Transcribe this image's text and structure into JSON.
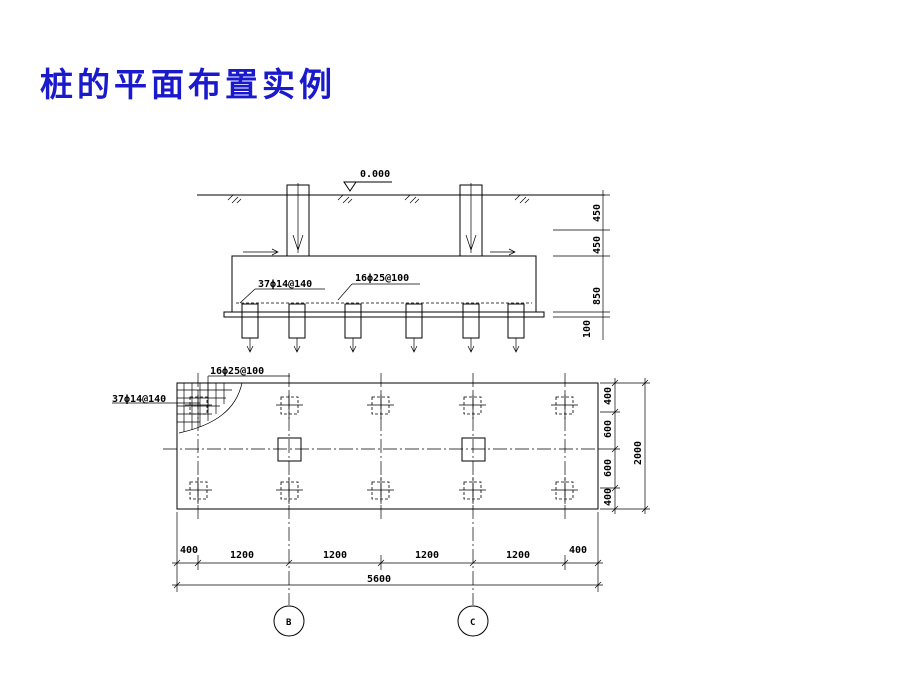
{
  "title": "桩的平面布置实例",
  "section": {
    "elevation_label": "0.000",
    "rebar_top_label": "16ϕ25@100",
    "rebar_side_label": "37ϕ14@140",
    "dims_right": [
      "450",
      "450",
      "850",
      "100"
    ]
  },
  "plan": {
    "rebar_top_label": "16ϕ25@100",
    "rebar_side_label": "37ϕ14@140",
    "dims_right": [
      "400",
      "600",
      "600",
      "400"
    ],
    "dim_total_right": "2000",
    "dims_bottom": [
      "400",
      "1200",
      "1200",
      "1200",
      "1200",
      "400"
    ],
    "dim_total_bottom": "5600",
    "axis_labels": [
      "B",
      "C"
    ]
  }
}
